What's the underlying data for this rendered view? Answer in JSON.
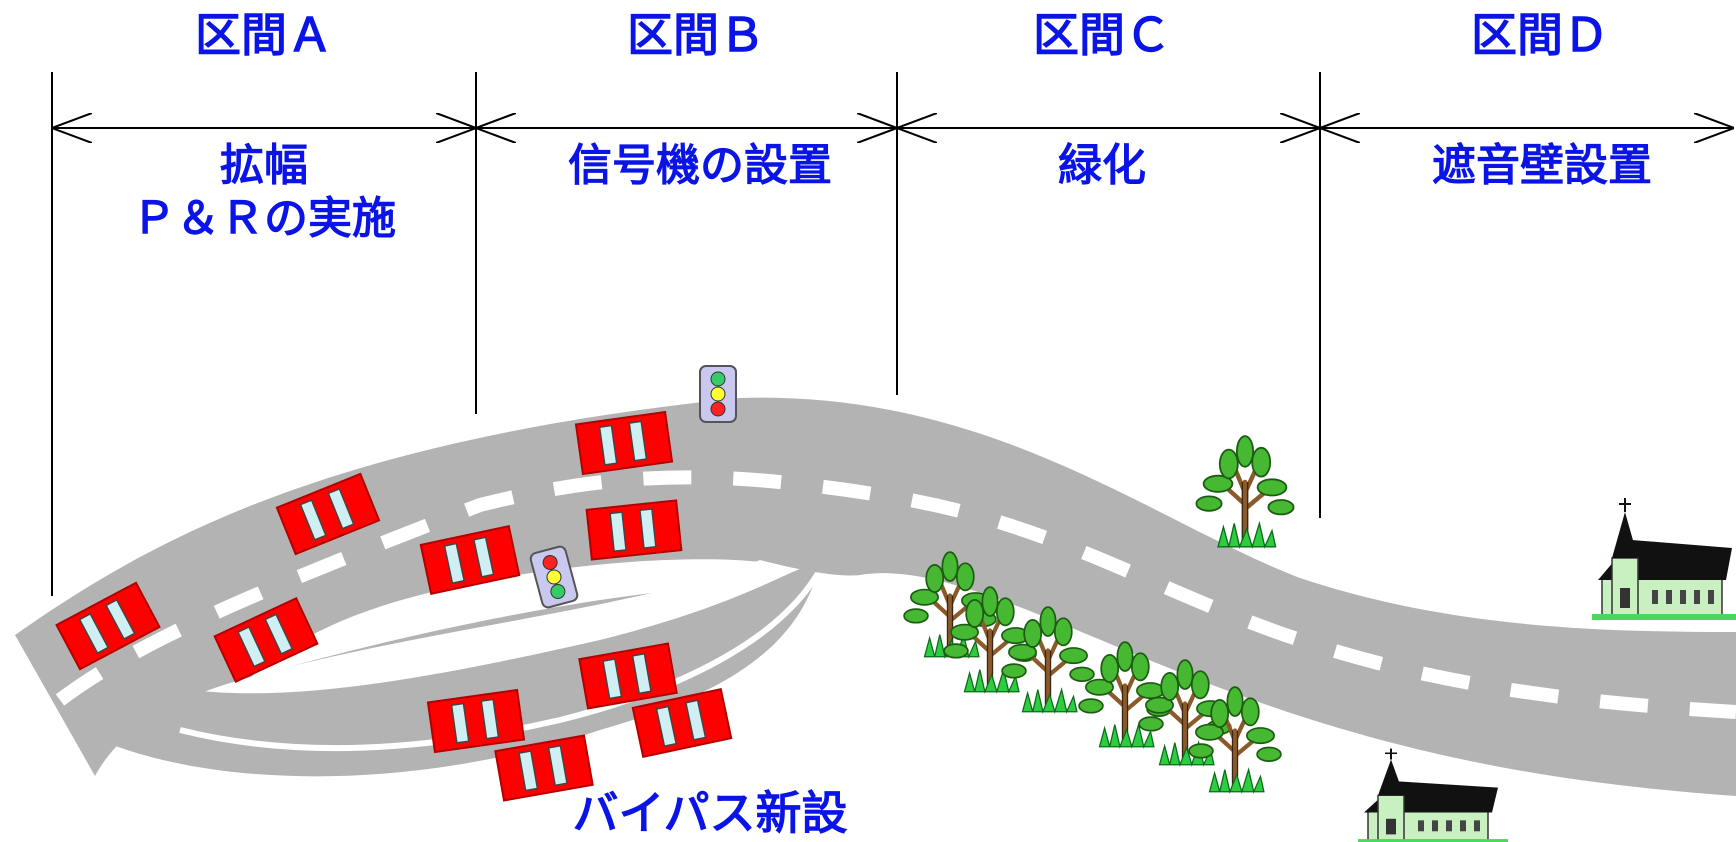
{
  "sections": [
    {
      "id": "A",
      "label": "区間Ａ",
      "measure_lines": [
        "拡幅",
        "Ｐ＆Ｒの実施"
      ]
    },
    {
      "id": "B",
      "label": "区間Ｂ",
      "measure_lines": [
        "信号機の設置"
      ]
    },
    {
      "id": "C",
      "label": "区間Ｃ",
      "measure_lines": [
        "緑化"
      ]
    },
    {
      "id": "D",
      "label": "区間Ｄ",
      "measure_lines": [
        "遮音壁設置"
      ]
    }
  ],
  "bypass_label": "バイパス新設",
  "icons": [
    "car-icon",
    "traffic-light-icon",
    "tree-icon",
    "church-building-icon"
  ],
  "colors": {
    "label_text": "#0a14e6",
    "road": "#b3b3b3",
    "lane_marking": "#ffffff",
    "car_body": "#ff0000",
    "car_window": "#cfeff2",
    "tree_leaf": "#46b832",
    "tree_trunk": "#8b5a2b",
    "grass": "#2ecc40",
    "building_roof": "#111111",
    "building_wall": "#c8f0c0"
  }
}
